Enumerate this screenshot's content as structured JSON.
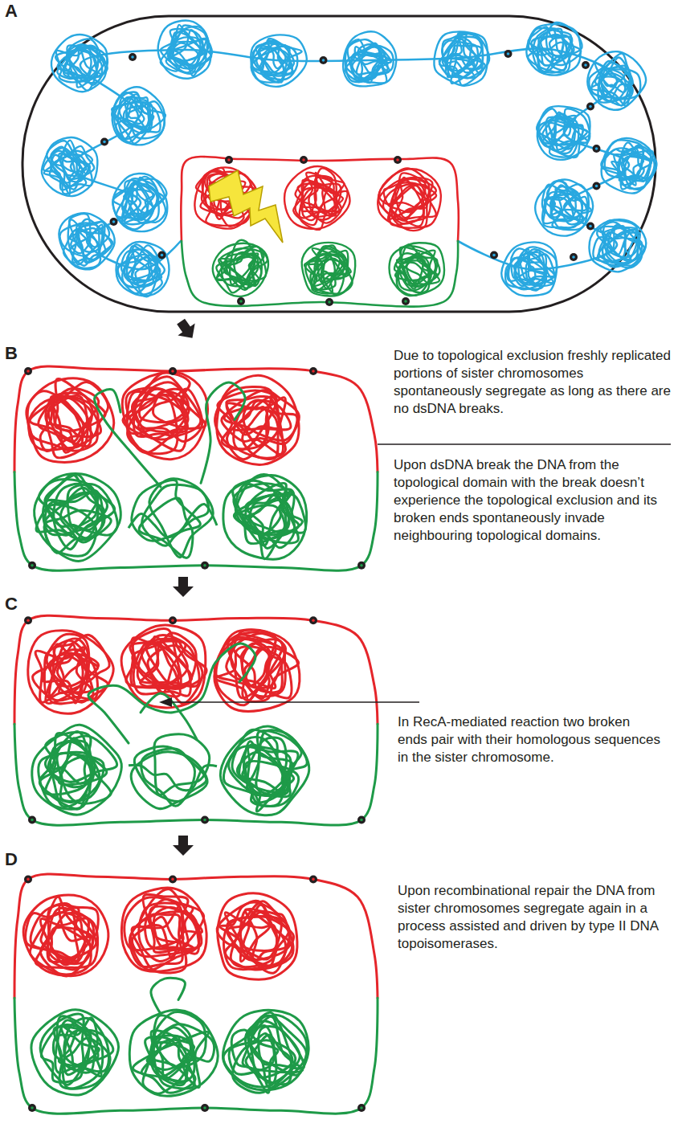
{
  "diagram": {
    "labels": [
      "A",
      "B",
      "Due to topological exclusion freshly replicated portions of sister chromosomes spontaneously segregate as long as there are no dsDNA breaks.",
      "Upon dsDNA break the DNA from the topological domain with the break doesn’t experience the topological exclusion and its broken ends spontaneously invade neighbouring topological domains.",
      "C",
      "In RecA-mediated reaction two broken ends pair with their homologous sequences in the sister chromosome.",
      "D",
      "Upon recombinational repair the DNA from sister chromosomes segregate again in a process assisted and driven by type II DNA topoisomerases."
    ]
  }
}
